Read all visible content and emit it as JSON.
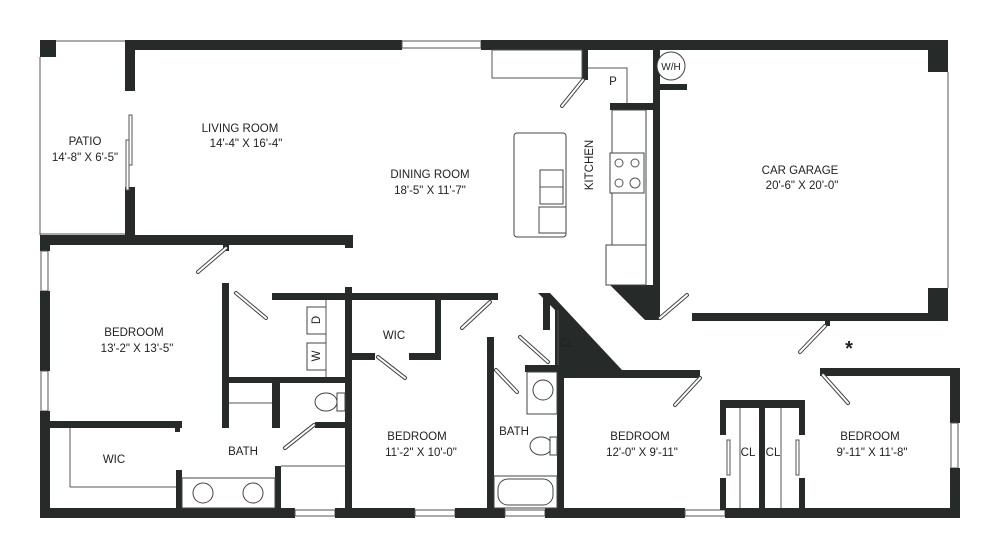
{
  "rooms": {
    "patio": {
      "name": "PATIO",
      "size": "14'-8\" X 6'-5\""
    },
    "living": {
      "name": "LIVING ROOM",
      "size": "14'-4\" X 16'-4\""
    },
    "dining": {
      "name": "DINING ROOM",
      "size": "18'-5\" X 11'-7\""
    },
    "kitchen": {
      "name": "KITCHEN"
    },
    "pantry": {
      "name": "P"
    },
    "water_heater": {
      "name": "W/H"
    },
    "garage": {
      "name": "CAR GARAGE",
      "size": "20'-6\" X 20'-0\""
    },
    "bedroom1": {
      "name": "BEDROOM",
      "size": "13'-2\" X 13'-5\""
    },
    "laundry": {
      "dryer": "D",
      "washer": "W"
    },
    "wic_main": {
      "name": "WIC"
    },
    "bath_main": {
      "name": "BATH"
    },
    "wic2": {
      "name": "WIC"
    },
    "bedroom2": {
      "name": "BEDROOM",
      "size": "11'-2\" X 10'-0\""
    },
    "bath2": {
      "name": "BATH"
    },
    "closet_hall": {
      "name": "CL"
    },
    "bedroom3": {
      "name": "BEDROOM",
      "size": "12'-0\" X 9'-11\""
    },
    "closet3": {
      "name": "CL"
    },
    "closet4": {
      "name": "CL"
    },
    "bedroom4": {
      "name": "BEDROOM",
      "size": "9'-11\" X 11'-8\""
    },
    "marker": {
      "symbol": "*"
    }
  },
  "colors": {
    "wall": "#262a29"
  }
}
